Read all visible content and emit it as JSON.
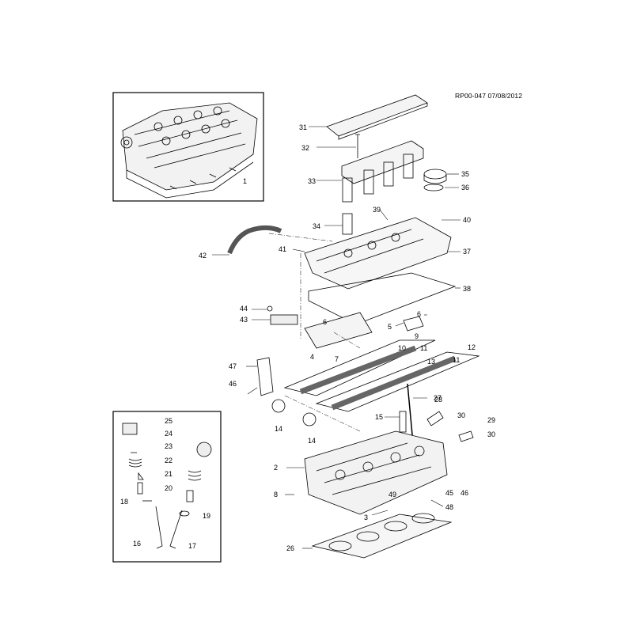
{
  "reference": "RP00-047 07/08/2012",
  "parts": [
    {
      "no": "1"
    },
    {
      "no": "2"
    },
    {
      "no": "3"
    },
    {
      "no": "4"
    },
    {
      "no": "5"
    },
    {
      "no": "6"
    },
    {
      "no": "6"
    },
    {
      "no": "7"
    },
    {
      "no": "8"
    },
    {
      "no": "9"
    },
    {
      "no": "10"
    },
    {
      "no": "11"
    },
    {
      "no": "11"
    },
    {
      "no": "12"
    },
    {
      "no": "13"
    },
    {
      "no": "14"
    },
    {
      "no": "14"
    },
    {
      "no": "15"
    },
    {
      "no": "16"
    },
    {
      "no": "17"
    },
    {
      "no": "18"
    },
    {
      "no": "19"
    },
    {
      "no": "20"
    },
    {
      "no": "21"
    },
    {
      "no": "22"
    },
    {
      "no": "23"
    },
    {
      "no": "24"
    },
    {
      "no": "25"
    },
    {
      "no": "26"
    },
    {
      "no": "27"
    },
    {
      "no": "28"
    },
    {
      "no": "29"
    },
    {
      "no": "30"
    },
    {
      "no": "30"
    },
    {
      "no": "31"
    },
    {
      "no": "32"
    },
    {
      "no": "33"
    },
    {
      "no": "34"
    },
    {
      "no": "35"
    },
    {
      "no": "36"
    },
    {
      "no": "37"
    },
    {
      "no": "38"
    },
    {
      "no": "39"
    },
    {
      "no": "40"
    },
    {
      "no": "41"
    },
    {
      "no": "42"
    },
    {
      "no": "43"
    },
    {
      "no": "44"
    },
    {
      "no": "45"
    },
    {
      "no": "46"
    },
    {
      "no": "46"
    },
    {
      "no": "47"
    },
    {
      "no": "48"
    },
    {
      "no": "49"
    }
  ]
}
